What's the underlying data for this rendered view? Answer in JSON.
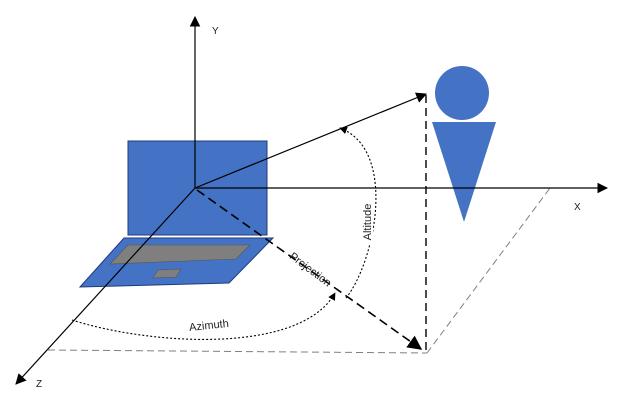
{
  "diagram": {
    "labels": {
      "y_axis": "Y",
      "x_axis": "X",
      "z_axis": "Z",
      "altitude": "Altitude",
      "projection": "Projection",
      "azimuth": "Azimuth"
    },
    "icons": {
      "laptop": "laptop-icon",
      "person": "person-icon"
    },
    "colors": {
      "laptop_fill": "#4472C4",
      "laptop_stroke": "#1F3A7A",
      "keyboard": "#7F7F7F",
      "person_fill": "#4472C4",
      "axis": "#000000",
      "ground_dashed": "#808080"
    }
  }
}
